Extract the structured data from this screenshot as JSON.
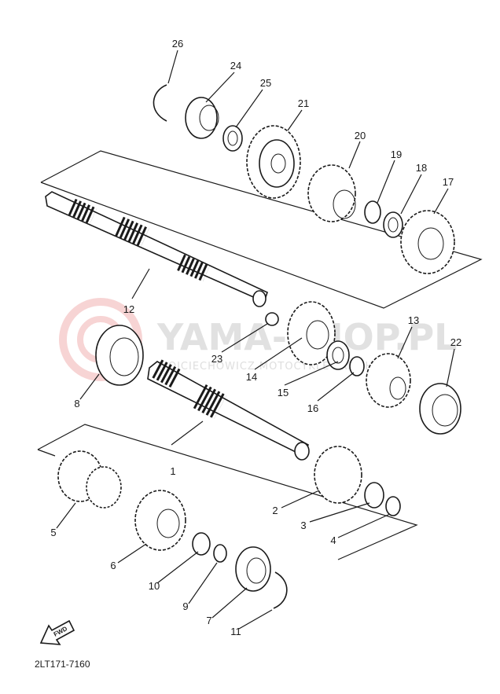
{
  "diagram": {
    "drawing_code": "2LT171-7160",
    "fwd_label": "FWD",
    "watermark": {
      "brand": "YAMA-SHOP.PL",
      "subline": "WOJCIECHOWICZ MOTOCYKLE YAMAHA"
    },
    "callouts": [
      {
        "id": "c1",
        "label": "1"
      },
      {
        "id": "c2",
        "label": "2"
      },
      {
        "id": "c3",
        "label": "3"
      },
      {
        "id": "c4",
        "label": "4"
      },
      {
        "id": "c5",
        "label": "5"
      },
      {
        "id": "c6",
        "label": "6"
      },
      {
        "id": "c7",
        "label": "7"
      },
      {
        "id": "c8",
        "label": "8"
      },
      {
        "id": "c9",
        "label": "9"
      },
      {
        "id": "c10",
        "label": "10"
      },
      {
        "id": "c11",
        "label": "11"
      },
      {
        "id": "c12",
        "label": "12"
      },
      {
        "id": "c13",
        "label": "13"
      },
      {
        "id": "c14",
        "label": "14"
      },
      {
        "id": "c15",
        "label": "15"
      },
      {
        "id": "c16",
        "label": "16"
      },
      {
        "id": "c17",
        "label": "17"
      },
      {
        "id": "c18",
        "label": "18"
      },
      {
        "id": "c19",
        "label": "19"
      },
      {
        "id": "c20",
        "label": "20"
      },
      {
        "id": "c21",
        "label": "21"
      },
      {
        "id": "c22",
        "label": "22"
      },
      {
        "id": "c23",
        "label": "23"
      },
      {
        "id": "c24",
        "label": "24"
      },
      {
        "id": "c25",
        "label": "25"
      },
      {
        "id": "c26",
        "label": "26"
      }
    ]
  }
}
